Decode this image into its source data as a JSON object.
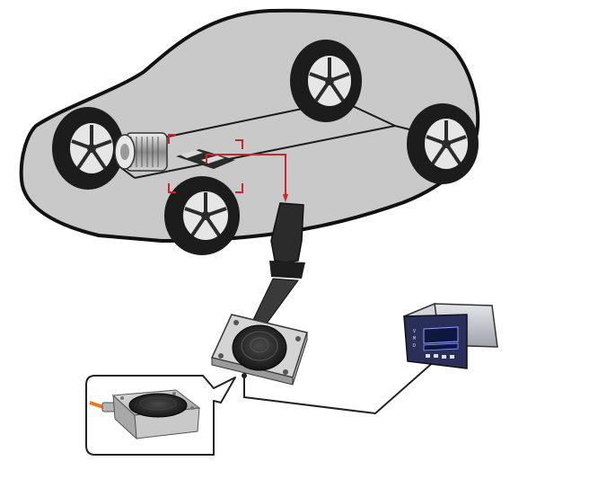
{
  "colors": {
    "background": "#ffffff",
    "car_body": "#c9c9c9",
    "car_outline": "#111111",
    "tire": "#1c1c1c",
    "rim": "#e6e6e6",
    "callout_line": "#c8282d",
    "sensor_plate": "#bdbdbd",
    "rubber_pad": "#1a1a1a",
    "cable": "#222222",
    "cable_orange": "#e8771e",
    "display_unit": "#b9bcc3",
    "display_panel": "#1f2a6b"
  },
  "display": {
    "side_letters": [
      "V",
      "M",
      "D"
    ]
  },
  "icons": {
    "car": "car-body-icon",
    "wheel": "wheel-icon",
    "motor": "motor-icon",
    "probe": "hammer-probe-icon",
    "sensor": "vibration-sensor-icon",
    "meter": "display-meter-icon"
  }
}
